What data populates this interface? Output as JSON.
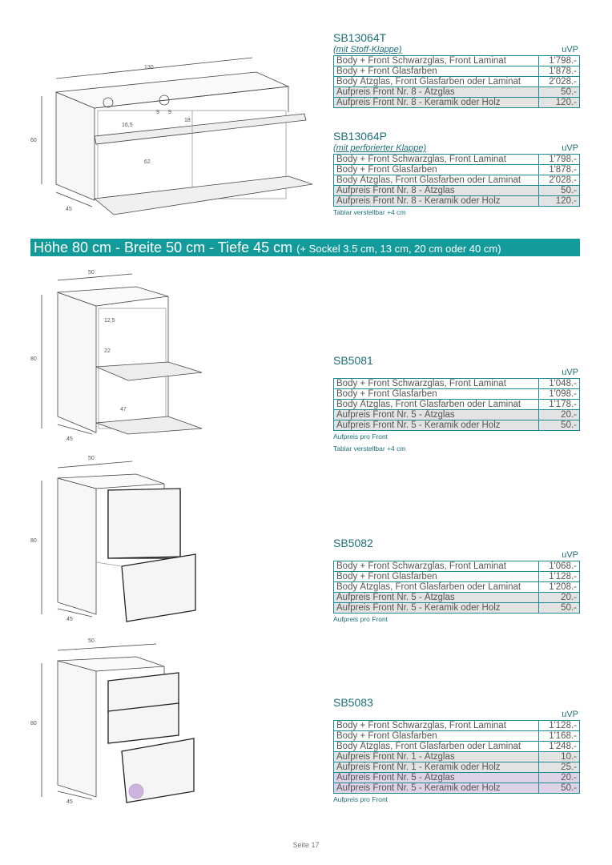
{
  "products": [
    {
      "code": "SB13064T",
      "note": "(mit Stoff-Klappe)",
      "uvp_label": "uVP",
      "rows": [
        {
          "label": "Body + Front Schwarzglas, Front Laminat",
          "price": "1'798.-"
        },
        {
          "label": "Body + Front Glasfarben",
          "price": "1'878.-"
        },
        {
          "label": "Body Ätzglas, Front Glasfarben oder Laminat",
          "price": "2'028.-"
        },
        {
          "label": "Aufpreis Front Nr. 8 - Ätzglas",
          "price": "50.-"
        },
        {
          "label": "Aufpreis Front Nr. 8 - Keramik oder Holz",
          "price": "120.-"
        }
      ]
    },
    {
      "code": "SB13064P",
      "note": "(mit perforierter Klappe)",
      "uvp_label": "uVP",
      "rows": [
        {
          "label": "Body + Front Schwarzglas, Front Laminat",
          "price": "1'798.-"
        },
        {
          "label": "Body + Front Glasfarben",
          "price": "1'878.-"
        },
        {
          "label": "Body Ätzglas, Front Glasfarben oder Laminat",
          "price": "2'028.-"
        },
        {
          "label": "Aufpreis Front Nr. 8 - Ätzglas",
          "price": "50.-"
        },
        {
          "label": "Aufpreis Front Nr. 8 - Keramik oder Holz",
          "price": "120.-"
        }
      ],
      "footnotes": [
        "Tablar verstellbar +4 cm"
      ]
    },
    {
      "code": "SB5081",
      "uvp_label": "uVP",
      "rows": [
        {
          "label": "Body + Front Schwarzglas, Front Laminat",
          "price": "1'048.-"
        },
        {
          "label": "Body + Front Glasfarben",
          "price": "1'098.-"
        },
        {
          "label": "Body Ätzglas, Front Glasfarben oder Laminat",
          "price": "1'178.-"
        },
        {
          "label": "Aufpreis Front Nr. 5 - Ätzglas",
          "price": "20.-"
        },
        {
          "label": "Aufpreis Front Nr. 5 - Keramik oder Holz",
          "price": "50.-"
        }
      ],
      "footnotes": [
        "Aufpreis pro Front",
        "Tablar verstellbar +4 cm"
      ]
    },
    {
      "code": "SB5082",
      "uvp_label": "uVP",
      "rows": [
        {
          "label": "Body + Front Schwarzglas, Front Laminat",
          "price": "1'068.-"
        },
        {
          "label": "Body + Front Glasfarben",
          "price": "1'128.-"
        },
        {
          "label": "Body Ätzglas, Front Glasfarben oder Laminat",
          "price": "1'208.-"
        },
        {
          "label": "Aufpreis Front Nr. 5 - Ätzglas",
          "price": "20.-"
        },
        {
          "label": "Aufpreis Front Nr. 5 - Keramik oder Holz",
          "price": "50.-"
        }
      ],
      "footnotes": [
        "Aufpreis pro Front"
      ]
    },
    {
      "code": "SB5083",
      "uvp_label": "uVP",
      "rows": [
        {
          "label": "Body + Front Schwarzglas, Front Laminat",
          "price": "1'128.-"
        },
        {
          "label": "Body + Front Glasfarben",
          "price": "1'168.-"
        },
        {
          "label": "Body Ätzglas, Front Glasfarben oder Laminat",
          "price": "1'248.-"
        },
        {
          "label": "Aufpreis Front Nr. 1 - Ätzglas",
          "price": "10.-"
        },
        {
          "label": "Aufpreis Front Nr. 1 - Keramik oder Holz",
          "price": "25.-"
        },
        {
          "label": "Aufpreis Front Nr. 5 - Ätzglas",
          "price": "20.-"
        },
        {
          "label": "Aufpreis Front Nr. 5 - Keramik oder Holz",
          "price": "50.-"
        }
      ],
      "footnotes": [
        "Aufpreis pro Front"
      ]
    }
  ],
  "banner": {
    "main": "Höhe 80 cm - Breite 50 cm - Tiefe 45 cm",
    "sockel": "(+ Sockel 3.5 cm, 13 cm, 20 cm oder 40 cm)"
  },
  "drawings": {
    "d1": {
      "width": "130",
      "height": "60",
      "depth": "45",
      "inner1": "16,5",
      "inner2": "18",
      "inner3": "62",
      "small1": "9",
      "small2": "9"
    },
    "d2": {
      "width": "50",
      "height": "80",
      "depth": "45",
      "inner1": "12,5",
      "inner2": "22",
      "inner3": "47"
    },
    "d3": {
      "width": "50",
      "height": "80",
      "depth": "45"
    },
    "d4": {
      "width": "50",
      "height": "80",
      "depth": "45"
    }
  },
  "footer": "Seite 17",
  "colors": {
    "teal": "#139a9a",
    "border": "#1d8a95",
    "surcharge": "#e3e3e3",
    "lilac": "#ddd2e6",
    "marker": "#cdb4e0"
  }
}
